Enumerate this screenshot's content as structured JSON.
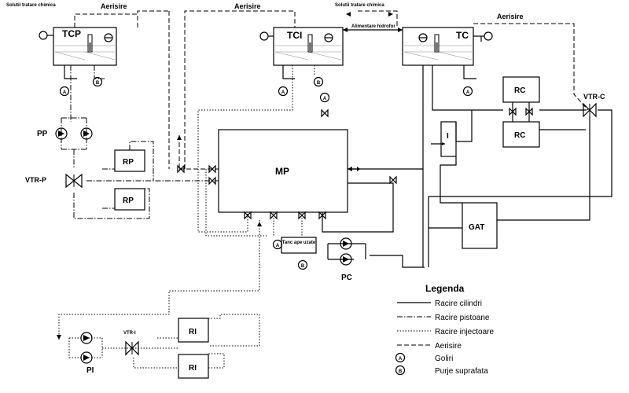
{
  "labels": {
    "solutii_tcp": "Solutii tratare chimica",
    "solutii_tc": "Solutii tratare chimica",
    "alimentare": "Alimentare hidrofor",
    "aerisire_1": "Aerisire",
    "aerisire_2": "Aerisire",
    "aerisire_3": "Aerisire"
  },
  "components": {
    "tcp": "TCP",
    "tci": "TCI",
    "tc": "TC",
    "mp": "MP",
    "rp1": "RP",
    "rp2": "RP",
    "rc1": "RC",
    "rc2": "RC",
    "ri1": "RI",
    "ri2": "RI",
    "i": "I",
    "gat": "GAT",
    "pp": "PP",
    "pc": "PC",
    "pi": "PI",
    "vtr_p": "VTR-P",
    "vtr_c": "VTR-C",
    "vtr_i": "VTR-I",
    "tanc": "Tanc ape uzate"
  },
  "markers": {
    "a": "A",
    "b": "B"
  },
  "legend": {
    "title": "Legenda",
    "items": [
      {
        "style": "solid",
        "label": "Racire cilindri"
      },
      {
        "style": "dashdot",
        "label": "Racire pistoane"
      },
      {
        "style": "dot",
        "label": "Racire injectoare"
      },
      {
        "style": "dash",
        "label": "Aerisire"
      },
      {
        "style": "circle-a",
        "label": "Goliri"
      },
      {
        "style": "circle-b",
        "label": "Purje suprafata"
      }
    ]
  }
}
